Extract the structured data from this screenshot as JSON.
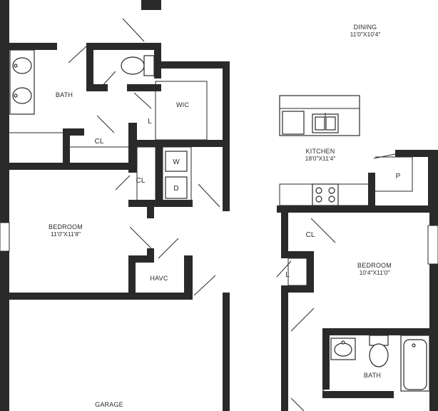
{
  "rooms": {
    "dining": {
      "name": "DINING",
      "dims": "11'0\"X10'4\""
    },
    "kitchen": {
      "name": "KITCHEN",
      "dims": "18'0\"X11'4\""
    },
    "bedroom_left": {
      "name": "BEDROOM",
      "dims": "11'0\"X11'8\""
    },
    "bedroom_right": {
      "name": "BEDROOM",
      "dims": "10'4\"X11'0\""
    },
    "bath_top": {
      "name": "BATH"
    },
    "bath_bottom": {
      "name": "BATH"
    },
    "wic": {
      "name": "WIC"
    },
    "havc": {
      "name": "HAVC"
    },
    "garage": {
      "name": "GARAGE"
    }
  },
  "tags": {
    "closet_bath": "CL",
    "closet_bedroom": "CL",
    "closet_right": "CL",
    "linen_wic": "L",
    "linen_right": "L",
    "pantry": "P",
    "washer": "W",
    "dryer": "D"
  }
}
